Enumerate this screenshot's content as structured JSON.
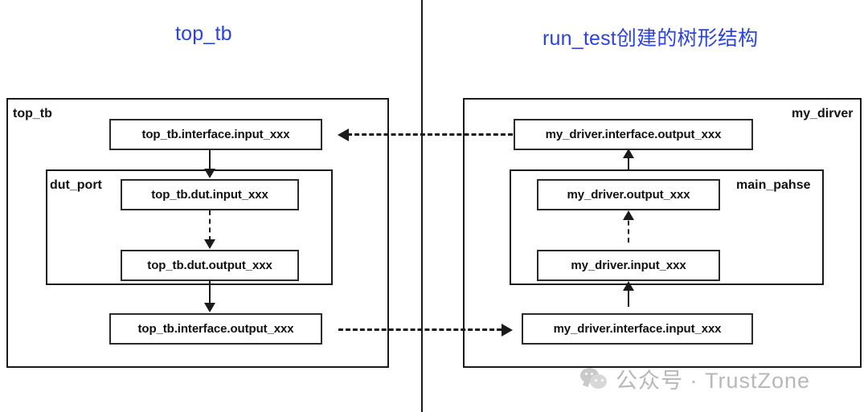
{
  "titles": {
    "left": "top_tb",
    "right": "run_test创建的树形结构"
  },
  "colors": {
    "title": "#2b44e0",
    "stroke": "#1a1a1a",
    "text": "#111111",
    "watermark": "#b8b8b8",
    "background": "#ffffff"
  },
  "left_panel": {
    "group_label": "top_tb",
    "inner_group_label": "dut_port",
    "nodes": [
      {
        "id": "tb-if-in",
        "label": "top_tb.interface.input_xxx"
      },
      {
        "id": "tb-dut-in",
        "label": "top_tb.dut.input_xxx"
      },
      {
        "id": "tb-dut-out",
        "label": "top_tb.dut.output_xxx"
      },
      {
        "id": "tb-if-out",
        "label": "top_tb.interface.output_xxx"
      }
    ],
    "connectors": [
      {
        "from": "tb-if-in",
        "to": "tb-dut-in",
        "style": "solid",
        "direction": "down"
      },
      {
        "from": "tb-dut-in",
        "to": "tb-dut-out",
        "style": "dashed",
        "direction": "down"
      },
      {
        "from": "tb-dut-out",
        "to": "tb-if-out",
        "style": "solid",
        "direction": "down"
      }
    ]
  },
  "right_panel": {
    "group_label": "my_dirver",
    "inner_group_label": "main_pahse",
    "nodes": [
      {
        "id": "drv-if-out",
        "label": "my_driver.interface.output_xxx"
      },
      {
        "id": "drv-out",
        "label": "my_driver.output_xxx"
      },
      {
        "id": "drv-in",
        "label": "my_driver.input_xxx"
      },
      {
        "id": "drv-if-in",
        "label": "my_driver.interface.input_xxx"
      }
    ],
    "connectors": [
      {
        "from": "drv-out",
        "to": "drv-if-out",
        "style": "solid",
        "direction": "up"
      },
      {
        "from": "drv-in",
        "to": "drv-out",
        "style": "dashed",
        "direction": "up"
      },
      {
        "from": "drv-if-in",
        "to": "drv-in",
        "style": "solid",
        "direction": "up"
      }
    ]
  },
  "cross_links": [
    {
      "id": "link-top",
      "style": "dashed",
      "direction": "left",
      "from": "my_driver.interface.output_xxx",
      "to": "top_tb.interface.input_xxx"
    },
    {
      "id": "link-bottom",
      "style": "dashed",
      "direction": "right",
      "from": "top_tb.interface.output_xxx",
      "to": "my_driver.interface.input_xxx"
    }
  ],
  "watermark": {
    "icon": "wechat-icon",
    "text": "公众号 · TrustZone"
  }
}
